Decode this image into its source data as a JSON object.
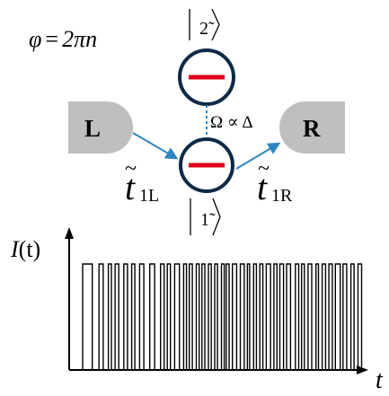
{
  "diagram": {
    "phase_label": "φ = 2πn",
    "phase_phi": "φ",
    "phase_eq": "=",
    "phase_rhs": "2πn",
    "state_upper": "2̃",
    "state_lower": "1̃",
    "lead_left": "L",
    "lead_right": "R",
    "coupling_label": "Ω ∝ Δ",
    "hop_left_main": "t",
    "hop_left_sub": "1L",
    "hop_right_main": "t",
    "hop_right_sub": "1R",
    "current_label": "I(t)",
    "current_I": "I",
    "current_arg": "(t)",
    "time_label": "t",
    "colors": {
      "lead": "#bfbfbf",
      "dot_outline": "#0e2a47",
      "level": "#e0001b",
      "arrow": "#2e86c1",
      "ink": "#000000"
    }
  },
  "signal": {
    "type": "telegraph",
    "levels": [
      0,
      1
    ],
    "pulses": [
      [
        0.0,
        3.4
      ],
      [
        5.8,
        7.3
      ],
      [
        9.1,
        10.2
      ],
      [
        11.5,
        12.8
      ],
      [
        14.6,
        15.9
      ],
      [
        17.4,
        18.5
      ],
      [
        20.2,
        21.7
      ],
      [
        23.8,
        25.5
      ],
      [
        27.6,
        28.9
      ],
      [
        30.0,
        31.1
      ],
      [
        32.6,
        34.3
      ],
      [
        35.8,
        36.8
      ],
      [
        37.8,
        38.9
      ],
      [
        40.3,
        41.3
      ],
      [
        42.3,
        43.3
      ],
      [
        44.6,
        45.6
      ],
      [
        46.8,
        47.8
      ],
      [
        49.2,
        50.2
      ],
      [
        50.9,
        51.9
      ],
      [
        53.1,
        54.6
      ],
      [
        55.9,
        57.3
      ],
      [
        58.4,
        59.2
      ],
      [
        60.6,
        61.6
      ],
      [
        62.8,
        63.9
      ],
      [
        65.1,
        66.6
      ],
      [
        67.8,
        68.9
      ],
      [
        69.9,
        71.2
      ],
      [
        72.3,
        73.7
      ],
      [
        75.4,
        76.6
      ],
      [
        77.6,
        78.6
      ],
      [
        79.9,
        81.2
      ],
      [
        82.7,
        83.6
      ],
      [
        84.9,
        86.1
      ],
      [
        87.3,
        88.5
      ],
      [
        89.6,
        91.3
      ],
      [
        92.3,
        93.6
      ],
      [
        95.1,
        96.2
      ],
      [
        97.6,
        98.9
      ]
    ],
    "t_range": [
      0,
      100
    ]
  }
}
